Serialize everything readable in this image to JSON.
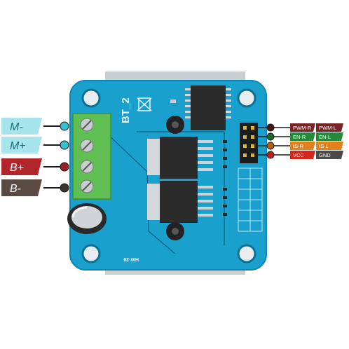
{
  "board": {
    "name": "BT_2",
    "model": "HW-39"
  },
  "left_labels": [
    {
      "text": "M-",
      "bg": "#a8e4ec",
      "fg": "#1b6f7b",
      "lead": "#35c0d0"
    },
    {
      "text": "M+",
      "bg": "#a8e4ec",
      "fg": "#1b6f7b",
      "lead": "#35c0d0"
    },
    {
      "text": "B+",
      "bg": "#b0262a",
      "fg": "#ffffff",
      "lead": "#9a1f22"
    },
    {
      "text": "B-",
      "bg": "#5a4a44",
      "fg": "#ffffff",
      "lead": "#3a3430"
    }
  ],
  "right_labels": [
    {
      "left": "PWM-R",
      "right": "PWM-L",
      "color": "#7a2424",
      "dot": "#4a1616"
    },
    {
      "left": "EN-R",
      "right": "EN-L",
      "color": "#238a3a",
      "dot": "#1a6a2a"
    },
    {
      "left": "IS-R",
      "right": "IS-L",
      "color": "#e1801c",
      "dot": "#b8600c"
    },
    {
      "left": "VCC",
      "right": "GND",
      "color_left": "#d4281e",
      "color_right": "#4a4a4a",
      "dot": "#c0201c"
    }
  ],
  "colors": {
    "pcb": "#1aa0cd",
    "pcb_edge": "#0f86b3",
    "terminal": "#5fbf52",
    "chip": "#2a2a2a",
    "heatsink": "#bfc4c8"
  }
}
